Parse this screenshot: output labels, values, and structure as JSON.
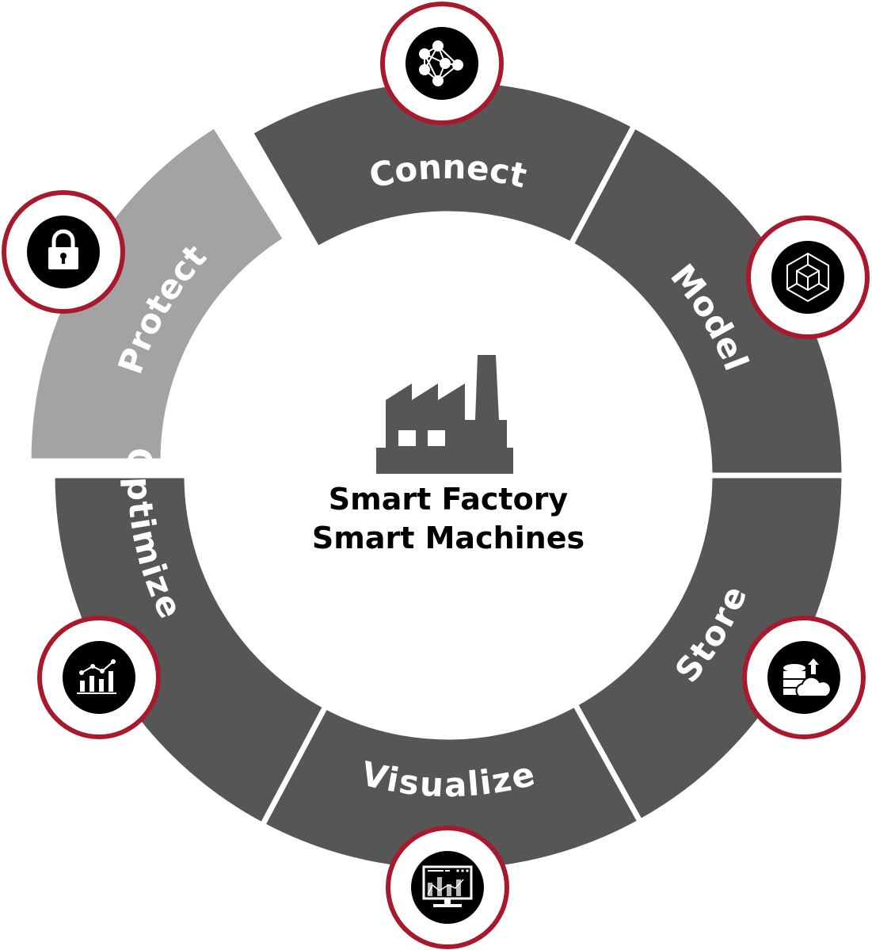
{
  "center": {
    "line1": "Smart Factory",
    "line2": "Smart Machines",
    "icon": "factory-icon"
  },
  "colors": {
    "segment": "#565656",
    "segment_highlight": "#a3a3a3",
    "ring_border": "#a8192e",
    "icon_bg": "#000000",
    "factory": "#565656"
  },
  "segments": [
    {
      "label": "Connect",
      "icon": "network-icon"
    },
    {
      "label": "Model",
      "icon": "cube-icon"
    },
    {
      "label": "Store",
      "icon": "database-cloud-icon"
    },
    {
      "label": "Visualize",
      "icon": "monitor-chart-icon"
    },
    {
      "label": "Optimize",
      "icon": "bar-chart-icon"
    },
    {
      "label": "Protect",
      "icon": "lock-icon"
    }
  ]
}
